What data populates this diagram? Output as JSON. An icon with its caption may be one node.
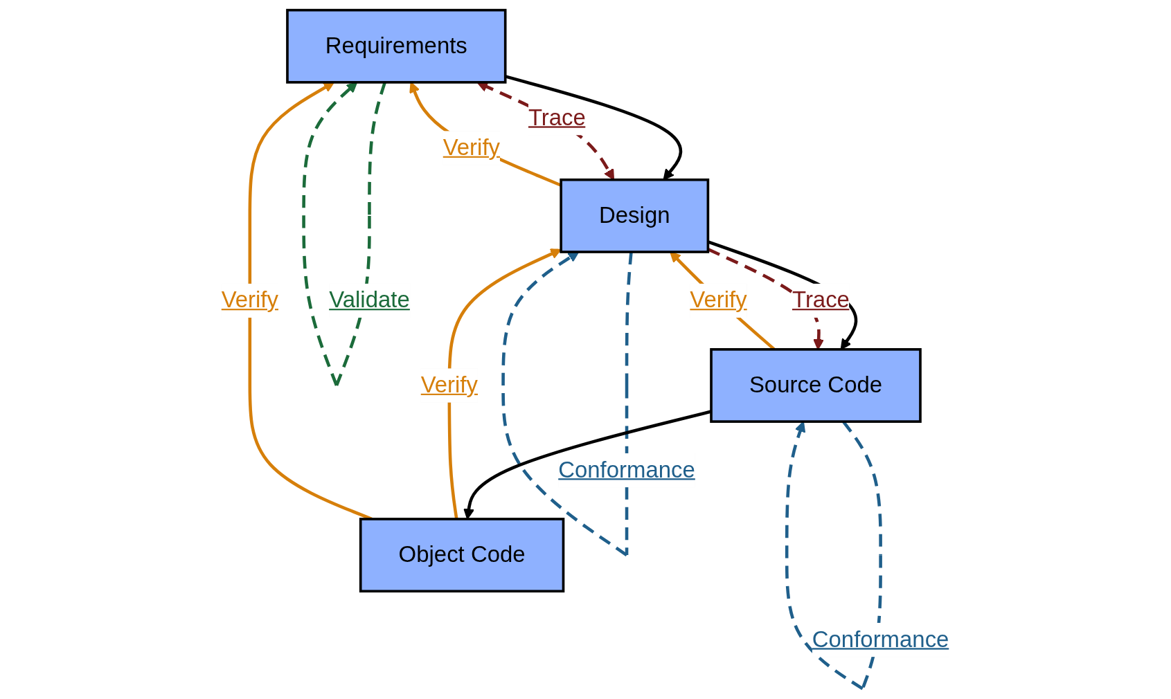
{
  "diagram": {
    "nodes": [
      {
        "text": [
          "Requirements"
        ]
      },
      {
        "text": [
          "Design"
        ]
      },
      {
        "text": [
          "Source Code"
        ]
      },
      {
        "text": [
          "Object Code"
        ]
      }
    ],
    "edges": [
      {
        "from": 0,
        "to": 0,
        "arrow": "to",
        "label": "Validate",
        "style": "dashed",
        "color": "#1b6b3a"
      },
      {
        "from": 0,
        "to": 1,
        "arrow": "to",
        "color": "#000000"
      },
      {
        "from": 0,
        "to": 1,
        "arrow": "both",
        "label": "Trace",
        "style": "dashed",
        "color": "#7b1a1a"
      },
      {
        "from": 1,
        "to": 0,
        "arrow": "to",
        "label": "Verify"
      },
      {
        "from": 1,
        "to": 1,
        "arrow": "to",
        "label": "Conformance",
        "style": "dashed",
        "color": "#1f5f8b"
      },
      {
        "from": 1,
        "to": 2,
        "arrow": "to",
        "color": "#000000"
      },
      {
        "from": 1,
        "to": 2,
        "arrow": "to",
        "label": "Trace",
        "style": "dashed",
        "color": "#7b1a1a"
      },
      {
        "from": 2,
        "to": 1,
        "arrow": "to",
        "label": "Verify"
      },
      {
        "from": 2,
        "to": 2,
        "arrow": "to",
        "label": "Conformance",
        "style": "dashed",
        "color": "#1f5f8b"
      },
      {
        "from": 2,
        "to": 3,
        "arrow": "to",
        "color": "#000000"
      },
      {
        "from": 3,
        "to": 1,
        "arrow": "to",
        "label": "Verify"
      },
      {
        "from": 3,
        "to": 0,
        "arrow": "to",
        "label": "Verify"
      }
    ]
  }
}
